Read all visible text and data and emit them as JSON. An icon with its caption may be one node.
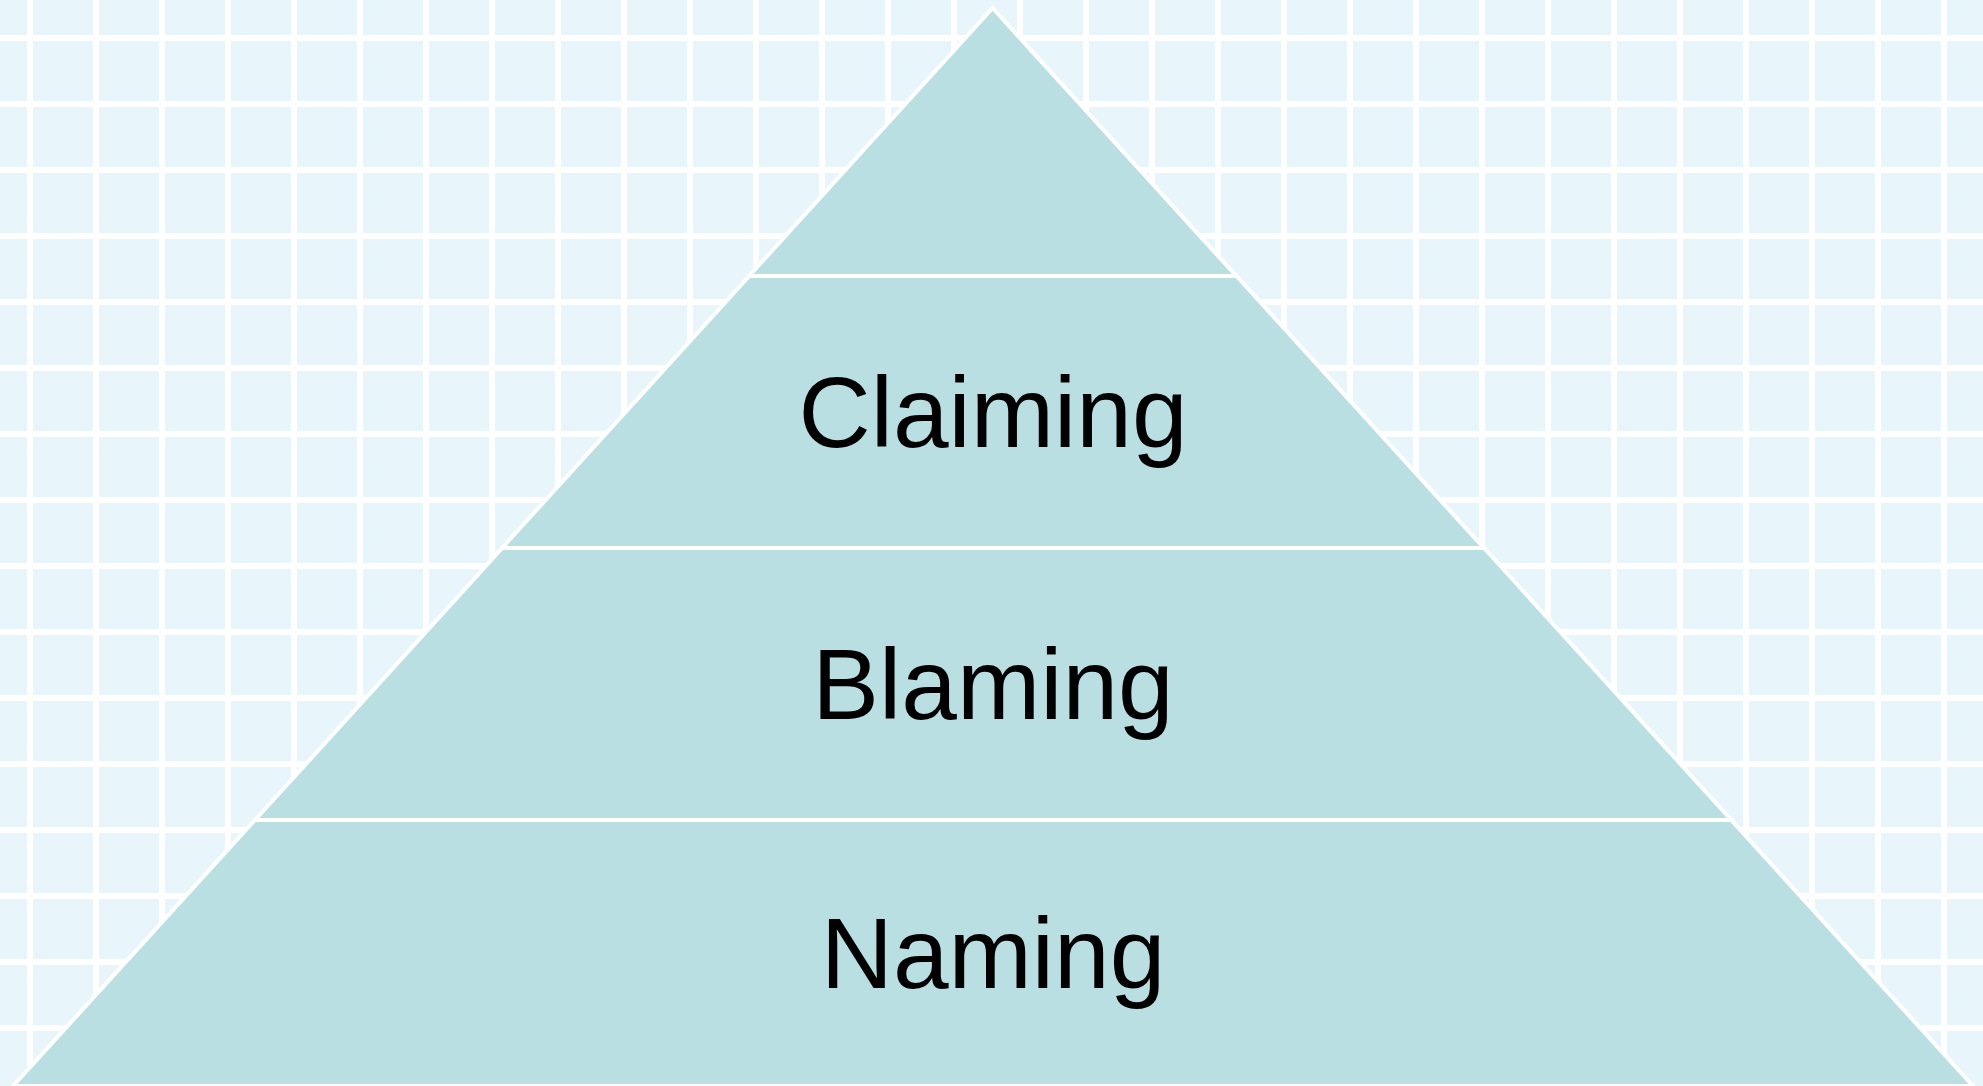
{
  "diagram": {
    "nodes": [
      {
        "text": [],
        "shape": "triangle"
      },
      {
        "text": [
          "Claiming"
        ]
      },
      {
        "text": [
          "Blaming"
        ]
      },
      {
        "text": [
          "Naming"
        ]
      }
    ]
  }
}
